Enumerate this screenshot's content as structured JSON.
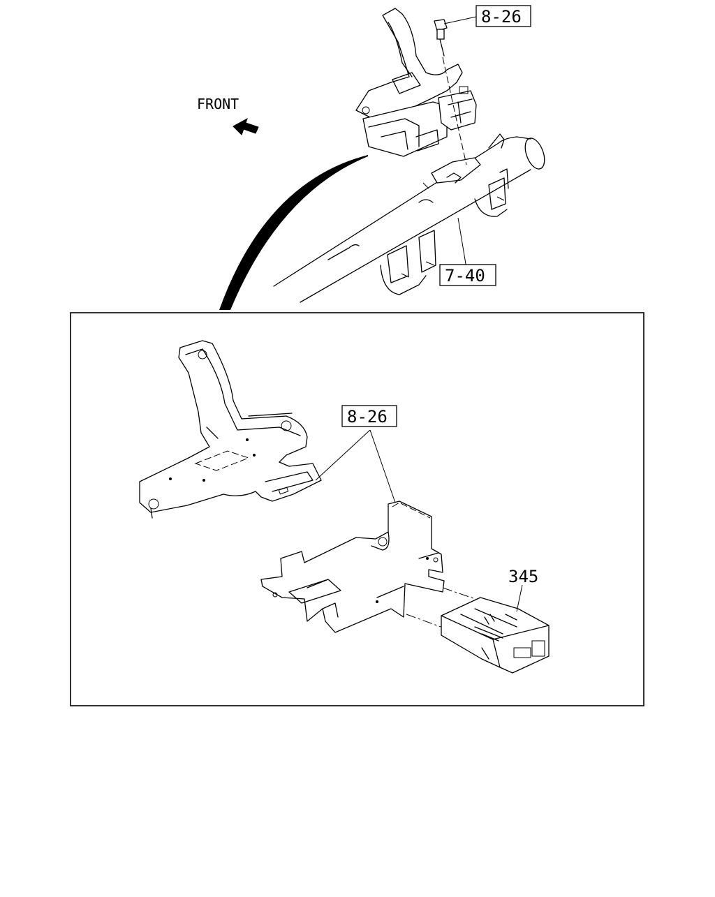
{
  "labels": {
    "front": "FRONT",
    "ref_top_bolt": "8-26",
    "ref_crossmember": "7-40",
    "ref_detail_bracket": "8-26",
    "part_module": "345"
  }
}
